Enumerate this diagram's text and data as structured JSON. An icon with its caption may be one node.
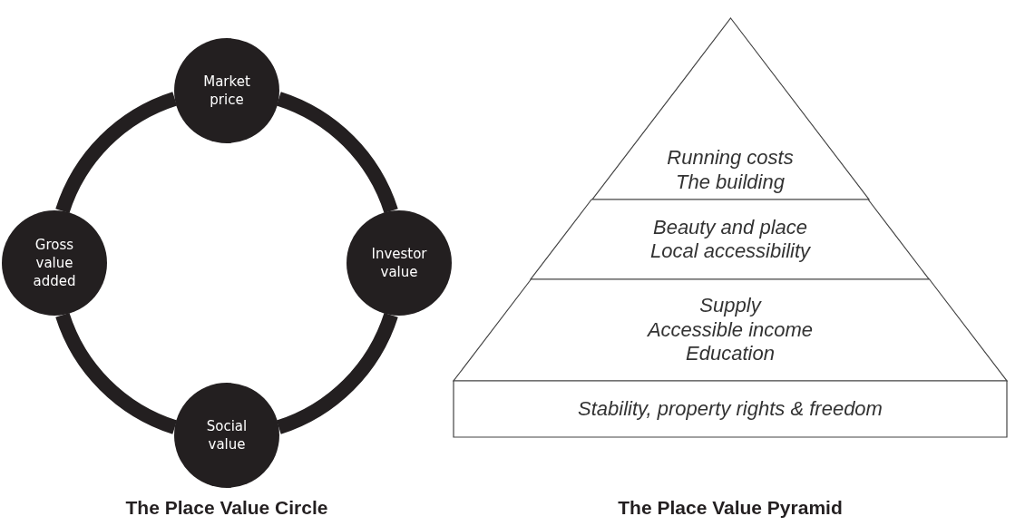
{
  "diagram": {
    "nodes": [
      {
        "text": [
          "Market price"
        ]
      },
      {
        "text": [
          "Gross value added"
        ]
      },
      {
        "text": [
          "Investor value"
        ]
      },
      {
        "text": [
          "Social value"
        ]
      },
      {
        "text": [
          "Running costs",
          "The building"
        ]
      },
      {
        "text": [
          "Beauty and place",
          "Local accessibility"
        ]
      },
      {
        "text": [
          "Supply",
          "Accessible income",
          "Education"
        ]
      },
      {
        "text": [
          "Stability, property rights & freedom"
        ]
      }
    ],
    "edges": [
      {
        "from": 0,
        "to": 2,
        "arrow": "none"
      },
      {
        "from": 2,
        "to": 3,
        "arrow": "none"
      },
      {
        "from": 3,
        "to": 1,
        "arrow": "none"
      },
      {
        "from": 1,
        "to": 0,
        "arrow": "none"
      }
    ],
    "labels": [
      "The Place Value Circle",
      "The Place Value Pyramid"
    ]
  }
}
